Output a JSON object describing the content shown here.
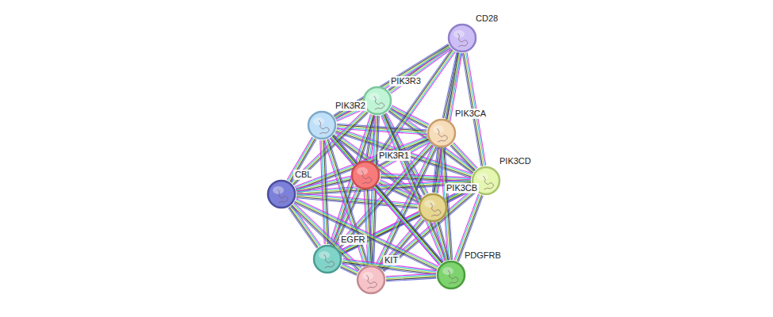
{
  "diagram": {
    "nodes": [
      {
        "text": [
          "CD28"
        ]
      },
      {
        "text": [
          "PIK3R3"
        ]
      },
      {
        "text": [
          "PIK3CA"
        ]
      },
      {
        "text": [
          "PIK3R2"
        ]
      },
      {
        "text": [
          "PIK3R1"
        ]
      },
      {
        "text": [
          "PIK3CD"
        ]
      },
      {
        "text": [
          "CBL"
        ]
      },
      {
        "text": [
          "PIK3CB"
        ]
      },
      {
        "text": [
          "EGFR"
        ]
      },
      {
        "text": [
          "KIT"
        ]
      },
      {
        "text": [
          "PDGFRB"
        ]
      }
    ],
    "edges": [
      {
        "from": 1,
        "to": 2,
        "arrow": "none"
      },
      {
        "from": 1,
        "to": 3,
        "arrow": "none"
      },
      {
        "from": 1,
        "to": 4,
        "arrow": "none"
      },
      {
        "from": 1,
        "to": 5,
        "arrow": "none"
      },
      {
        "from": 1,
        "to": 7,
        "arrow": "none"
      },
      {
        "from": 2,
        "to": 3,
        "arrow": "none"
      },
      {
        "from": 2,
        "to": 4,
        "arrow": "none"
      },
      {
        "from": 2,
        "to": 5,
        "arrow": "none"
      },
      {
        "from": 2,
        "to": 7,
        "arrow": "none"
      },
      {
        "from": 3,
        "to": 4,
        "arrow": "none"
      },
      {
        "from": 3,
        "to": 5,
        "arrow": "none"
      },
      {
        "from": 3,
        "to": 7,
        "arrow": "none"
      },
      {
        "from": 4,
        "to": 5,
        "arrow": "none"
      },
      {
        "from": 4,
        "to": 7,
        "arrow": "none"
      },
      {
        "from": 5,
        "to": 7,
        "arrow": "none"
      },
      {
        "from": 0,
        "to": 1,
        "arrow": "none"
      },
      {
        "from": 0,
        "to": 2,
        "arrow": "none"
      },
      {
        "from": 0,
        "to": 3,
        "arrow": "none"
      },
      {
        "from": 0,
        "to": 4,
        "arrow": "none"
      },
      {
        "from": 0,
        "to": 5,
        "arrow": "none"
      },
      {
        "from": 0,
        "to": 7,
        "arrow": "none"
      },
      {
        "from": 6,
        "to": 1,
        "arrow": "none"
      },
      {
        "from": 6,
        "to": 2,
        "arrow": "none"
      },
      {
        "from": 6,
        "to": 3,
        "arrow": "none"
      },
      {
        "from": 6,
        "to": 4,
        "arrow": "none"
      },
      {
        "from": 6,
        "to": 5,
        "arrow": "none"
      },
      {
        "from": 6,
        "to": 7,
        "arrow": "none"
      },
      {
        "from": 8,
        "to": 1,
        "arrow": "none"
      },
      {
        "from": 8,
        "to": 2,
        "arrow": "none"
      },
      {
        "from": 8,
        "to": 3,
        "arrow": "none"
      },
      {
        "from": 8,
        "to": 4,
        "arrow": "none"
      },
      {
        "from": 8,
        "to": 5,
        "arrow": "none"
      },
      {
        "from": 8,
        "to": 7,
        "arrow": "none"
      },
      {
        "from": 9,
        "to": 1,
        "arrow": "none"
      },
      {
        "from": 9,
        "to": 2,
        "arrow": "none"
      },
      {
        "from": 9,
        "to": 3,
        "arrow": "none"
      },
      {
        "from": 9,
        "to": 4,
        "arrow": "none"
      },
      {
        "from": 9,
        "to": 5,
        "arrow": "none"
      },
      {
        "from": 9,
        "to": 7,
        "arrow": "none"
      },
      {
        "from": 10,
        "to": 1,
        "arrow": "none"
      },
      {
        "from": 10,
        "to": 2,
        "arrow": "none"
      },
      {
        "from": 10,
        "to": 3,
        "arrow": "none"
      },
      {
        "from": 10,
        "to": 4,
        "arrow": "none"
      },
      {
        "from": 10,
        "to": 5,
        "arrow": "none"
      },
      {
        "from": 10,
        "to": 7,
        "arrow": "none"
      },
      {
        "from": 6,
        "to": 8,
        "arrow": "none"
      },
      {
        "from": 6,
        "to": 9,
        "arrow": "none"
      },
      {
        "from": 6,
        "to": 10,
        "arrow": "none"
      },
      {
        "from": 8,
        "to": 9,
        "arrow": "none"
      },
      {
        "from": 8,
        "to": 10,
        "arrow": "none"
      },
      {
        "from": 9,
        "to": 10,
        "arrow": "none"
      }
    ]
  }
}
